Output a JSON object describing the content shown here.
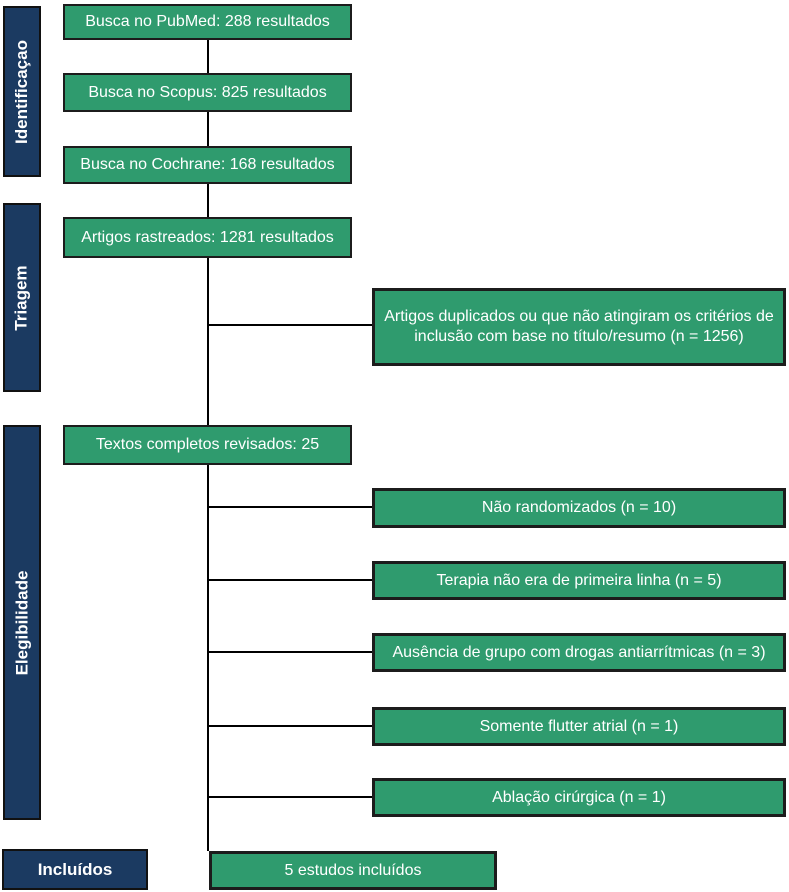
{
  "diagram_type": "prisma-flowchart",
  "colors": {
    "box_green": "#2f9b6e",
    "stage_navy": "#1b3a61",
    "line_black": "#000000",
    "text_white": "#ffffff"
  },
  "stages": {
    "identification": "Identificaçao",
    "screening": "Triagem",
    "eligibility": "Elegibilidade",
    "included": "Incluídos"
  },
  "flow": {
    "pubmed": "Busca no PubMed: 288 resultados",
    "scopus": "Busca no Scopus: 825 resultados",
    "cochrane": "Busca no Cochrane: 168 resultados",
    "screened": "Artigos rastreados: 1281 resultados",
    "fulltext": "Textos completos revisados: 25",
    "included": "5 estudos incluídos"
  },
  "exclusions": {
    "duplicates": "Artigos duplicados ou que não atingiram os critérios de inclusão com base no título/resumo (n = 1256)",
    "not_randomized": "Não randomizados (n = 10)",
    "not_first_line": "Terapia não era de primeira linha (n = 5)",
    "no_antiarrhythmic_group": "Ausência de grupo com drogas antiarrítmicas (n = 3)",
    "flutter_only": "Somente flutter atrial (n = 1)",
    "surgical_ablation": "Ablação cirúrgica (n = 1)"
  }
}
